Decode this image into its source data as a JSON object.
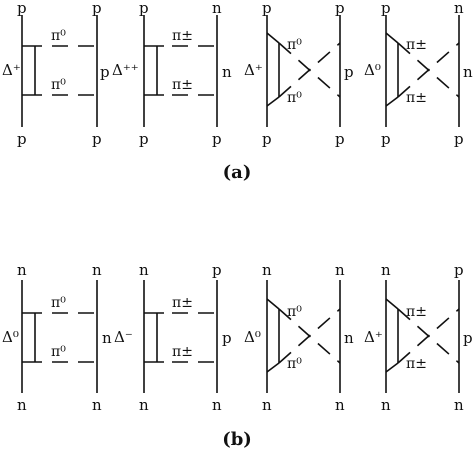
{
  "panels": [
    {
      "caption": "(a)",
      "diagrams": [
        {
          "top_left": "p",
          "top_right": "p",
          "bottom_left": "p",
          "bottom_right": "p",
          "intermediate": "Δ⁺",
          "right_label": "p",
          "pion_top": "π⁰",
          "pion_bottom": "π⁰",
          "crossed": false
        },
        {
          "top_left": "p",
          "top_right": "n",
          "bottom_left": "p",
          "bottom_right": "p",
          "intermediate": "Δ⁺⁺",
          "right_label": "n",
          "pion_top": "π±",
          "pion_bottom": "π±",
          "crossed": false
        },
        {
          "top_left": "p",
          "top_right": "p",
          "bottom_left": "p",
          "bottom_right": "p",
          "intermediate": "Δ⁺",
          "right_label": "p",
          "pion_top": "π⁰",
          "pion_bottom": "π⁰",
          "crossed": true
        },
        {
          "top_left": "p",
          "top_right": "n",
          "bottom_left": "p",
          "bottom_right": "p",
          "intermediate": "Δ⁰",
          "right_label": "n",
          "pion_top": "π±",
          "pion_bottom": "π±",
          "crossed": true
        }
      ]
    },
    {
      "caption": "(b)",
      "diagrams": [
        {
          "top_left": "n",
          "top_right": "n",
          "bottom_left": "n",
          "bottom_right": "n",
          "intermediate": "Δ⁰",
          "right_label": "n",
          "pion_top": "π⁰",
          "pion_bottom": "π⁰",
          "crossed": false
        },
        {
          "top_left": "n",
          "top_right": "p",
          "bottom_left": "n",
          "bottom_right": "n",
          "intermediate": "Δ⁻",
          "right_label": "p",
          "pion_top": "π±",
          "pion_bottom": "π±",
          "crossed": false
        },
        {
          "top_left": "n",
          "top_right": "n",
          "bottom_left": "n",
          "bottom_right": "n",
          "intermediate": "Δ⁰",
          "right_label": "n",
          "pion_top": "π⁰",
          "pion_bottom": "π⁰",
          "crossed": true
        },
        {
          "top_left": "n",
          "top_right": "p",
          "bottom_left": "n",
          "bottom_right": "n",
          "intermediate": "Δ⁺",
          "right_label": "p",
          "pion_top": "π±",
          "pion_bottom": "π±",
          "crossed": true
        }
      ]
    }
  ]
}
